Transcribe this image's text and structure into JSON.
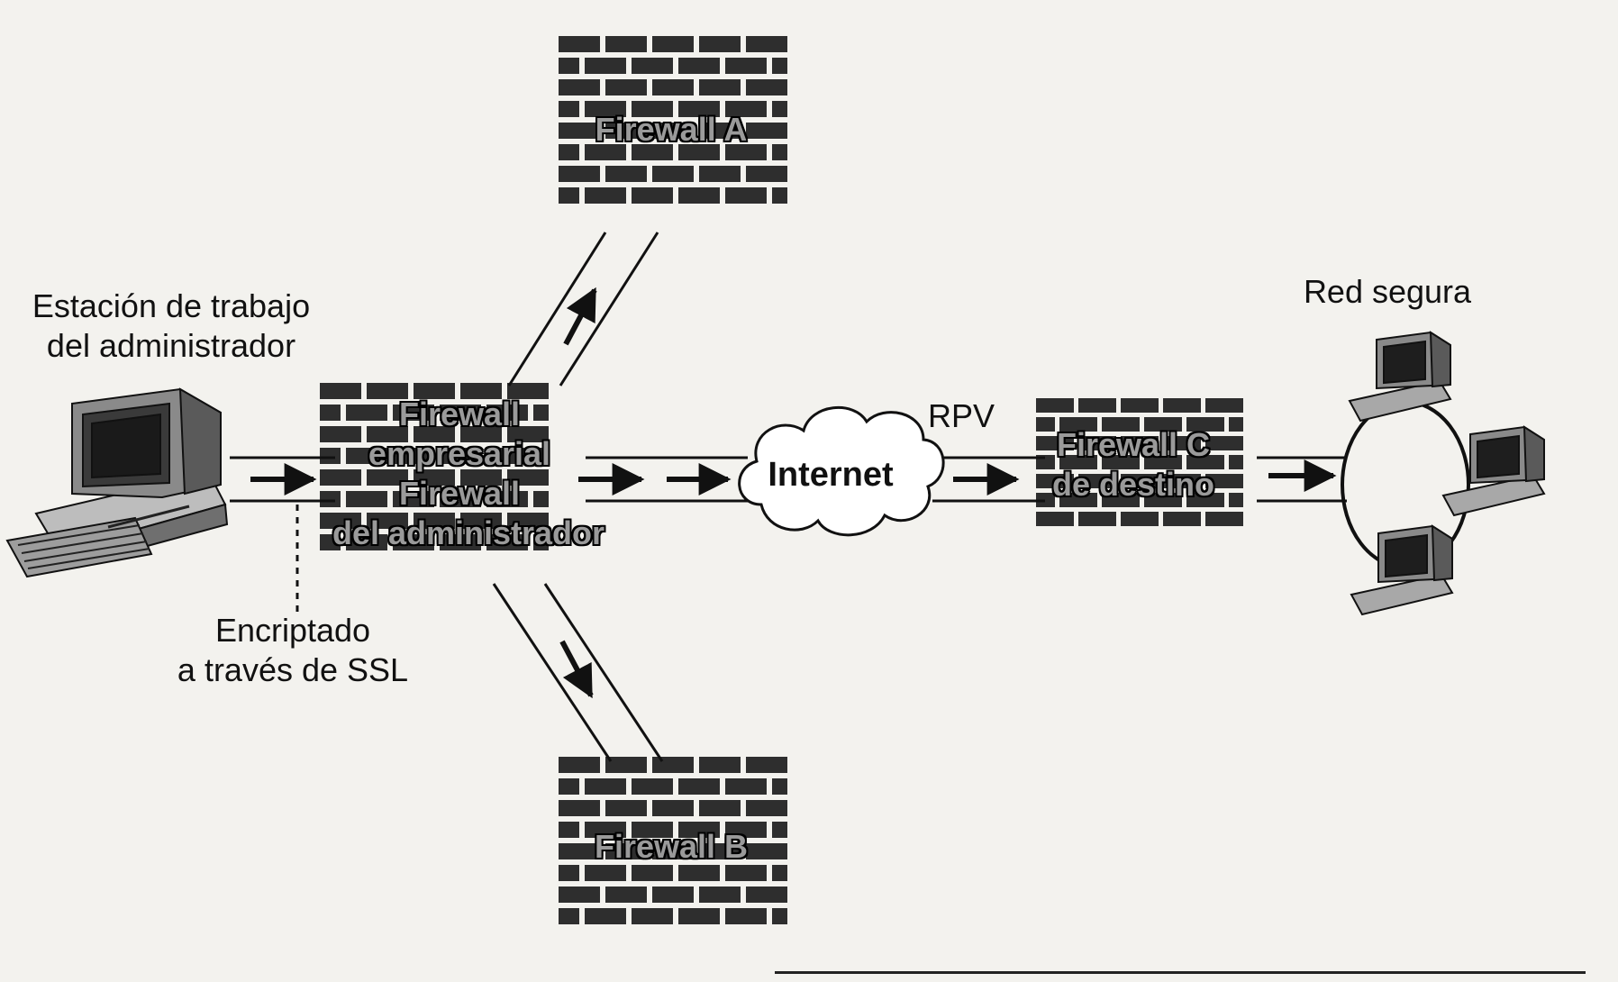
{
  "labels": {
    "admin_workstation_line1": "Estación de trabajo",
    "admin_workstation_line2": "del administrador",
    "encrypted_line1": "Encriptado",
    "encrypted_line2": "a través de SSL",
    "vpn": "RPV",
    "secure_network": "Red segura",
    "internet": "Internet"
  },
  "firewalls": {
    "a": "Firewall A",
    "b": "Firewall B",
    "enterprise_line1": "Firewall",
    "enterprise_line2": "empresarial",
    "enterprise_line3": "Firewall",
    "enterprise_line4": "del administrador",
    "c_line1": "Firewall C",
    "c_line2": "de destino"
  },
  "icons": [
    "computer-icon",
    "brick-wall-icon",
    "cloud-icon",
    "arrow-icon",
    "network-ring-icon"
  ],
  "colors": {
    "ink": "#111111",
    "brick": "#2e2e2e",
    "paper": "#f3f2ee",
    "shade": "#8f8f8f"
  }
}
